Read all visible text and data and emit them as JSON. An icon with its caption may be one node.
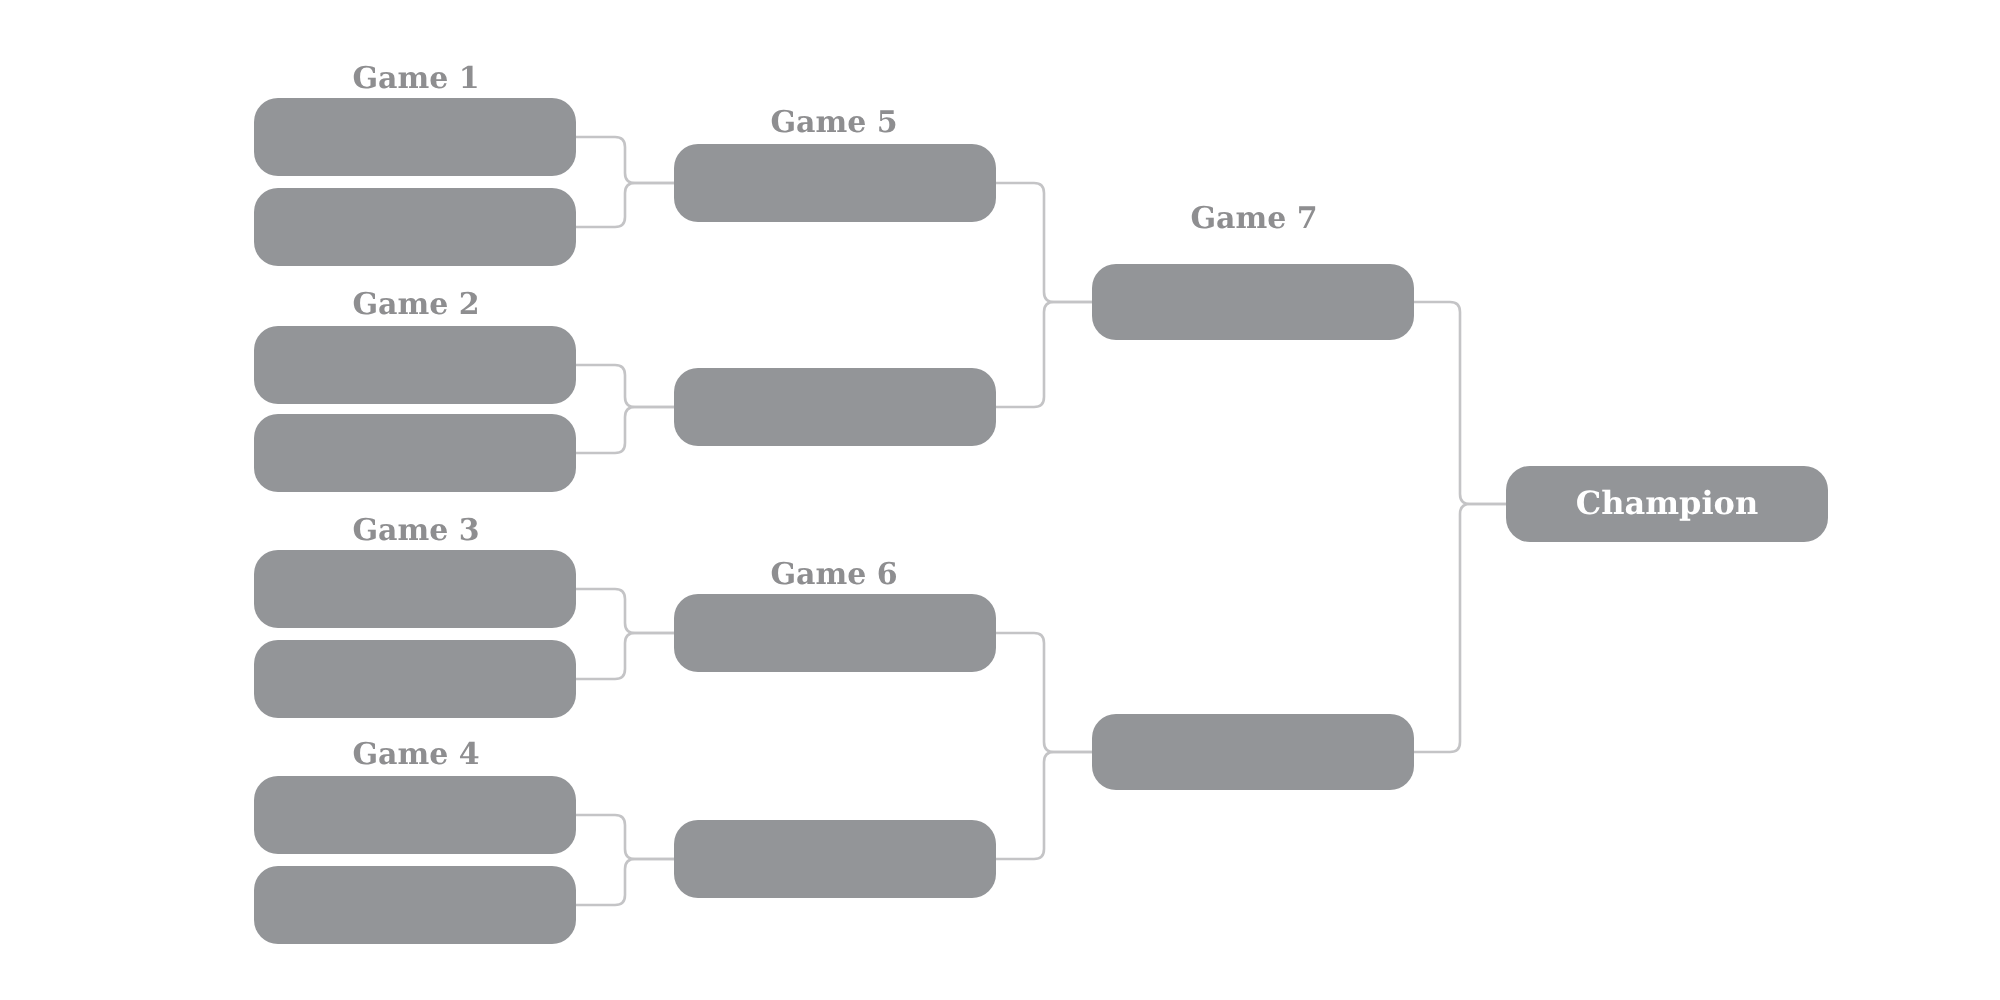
{
  "diagram": {
    "nodes": [
      {
        "text": [],
        "shape": "box"
      },
      {
        "text": [],
        "shape": "box"
      },
      {
        "text": [],
        "shape": "box"
      },
      {
        "text": [],
        "shape": "box"
      },
      {
        "text": [],
        "shape": "box"
      },
      {
        "text": [],
        "shape": "box"
      },
      {
        "text": [],
        "shape": "box"
      },
      {
        "text": [],
        "shape": "box"
      },
      {
        "text": [],
        "shape": "box"
      },
      {
        "text": [],
        "shape": "box"
      },
      {
        "text": [],
        "shape": "box"
      },
      {
        "text": [],
        "shape": "box"
      },
      {
        "text": [],
        "shape": "box"
      },
      {
        "text": [],
        "shape": "box"
      },
      {
        "text": [
          "Champion"
        ]
      }
    ],
    "edges": [
      {
        "from": 0,
        "to": 8,
        "arrow": "none"
      },
      {
        "from": 1,
        "to": 8,
        "arrow": "none"
      },
      {
        "from": 2,
        "to": 9,
        "arrow": "none"
      },
      {
        "from": 3,
        "to": 9,
        "arrow": "none"
      },
      {
        "from": 4,
        "to": 10,
        "arrow": "none"
      },
      {
        "from": 5,
        "to": 10,
        "arrow": "none"
      },
      {
        "from": 6,
        "to": 11,
        "arrow": "none"
      },
      {
        "from": 7,
        "to": 11,
        "arrow": "none"
      },
      {
        "from": 8,
        "to": 12,
        "arrow": "none"
      },
      {
        "from": 9,
        "to": 12,
        "arrow": "none"
      },
      {
        "from": 10,
        "to": 13,
        "arrow": "none"
      },
      {
        "from": 11,
        "to": 13,
        "arrow": "none"
      },
      {
        "from": 12,
        "to": 14,
        "arrow": "none"
      },
      {
        "from": 13,
        "to": 14,
        "arrow": "none"
      }
    ],
    "labels": [
      "Game 1",
      "Game 5",
      "Game 7",
      "Game 2",
      "Game 3",
      "Game 6",
      "Game 4"
    ]
  }
}
